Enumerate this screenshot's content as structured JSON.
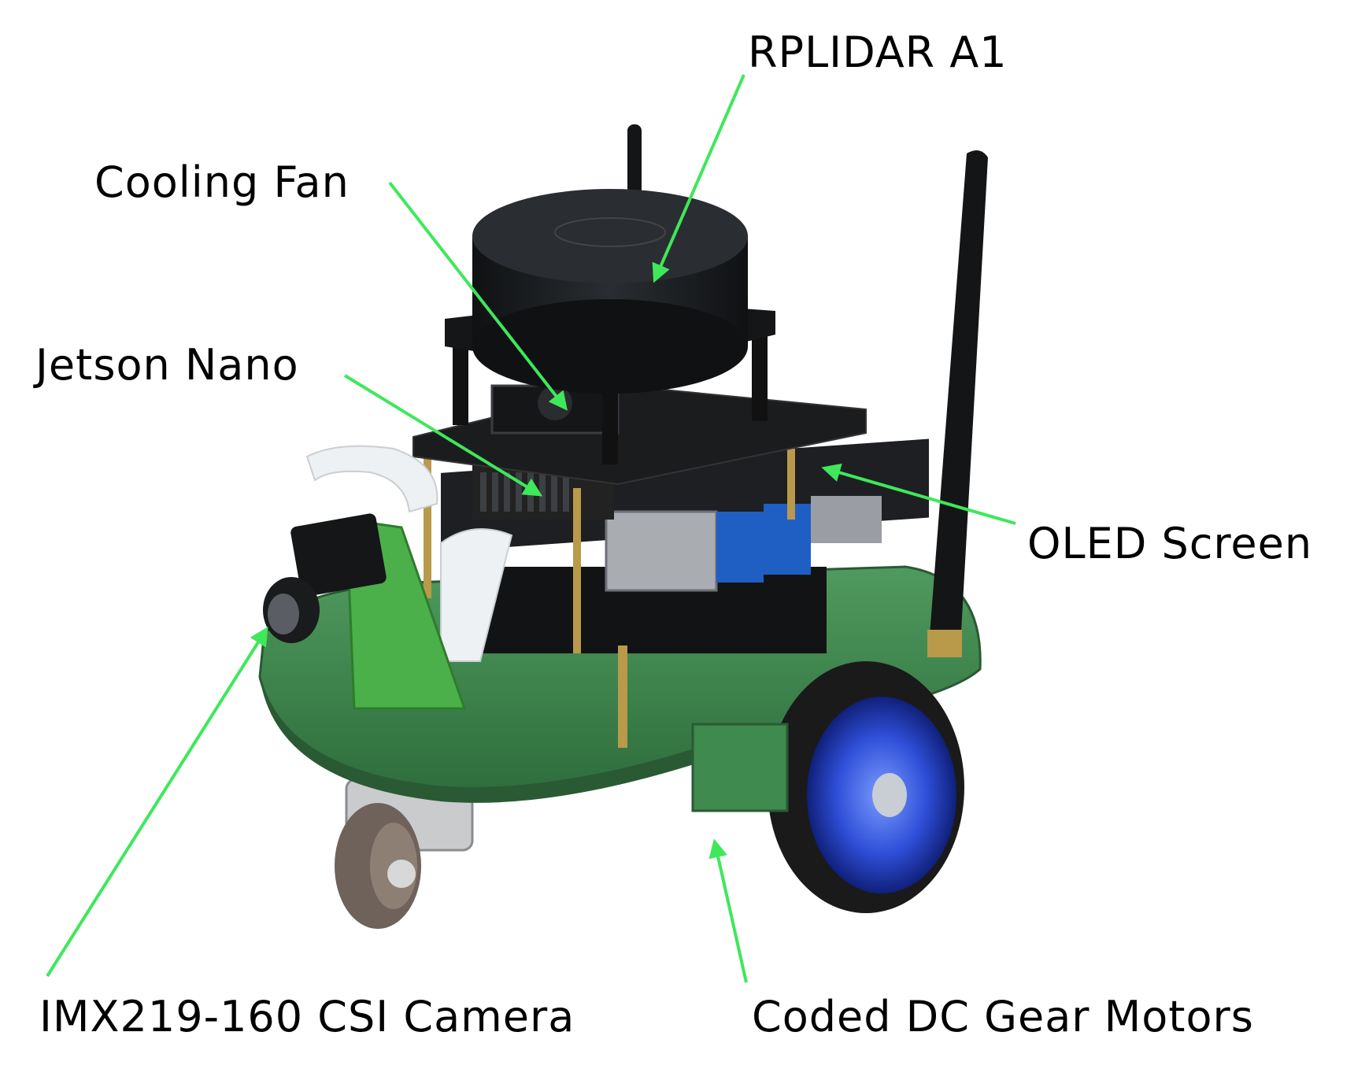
{
  "labels": {
    "rplidar": "RPLIDAR A1",
    "cooling_fan": "Cooling Fan",
    "jetson_nano": "Jetson Nano",
    "oled_screen": "OLED Screen",
    "csi_camera": "IMX219-160 CSI Camera",
    "gear_motors": "Coded DC Gear Motors"
  },
  "colors": {
    "arrow": "#3ee85a",
    "chassis": "#3f8a4e",
    "board": "#1d1f22",
    "lidar": "#16181a",
    "wheel_rim": "#2f4fd8",
    "camera_mount": "#4cb04a",
    "brass": "#b89a4a"
  }
}
